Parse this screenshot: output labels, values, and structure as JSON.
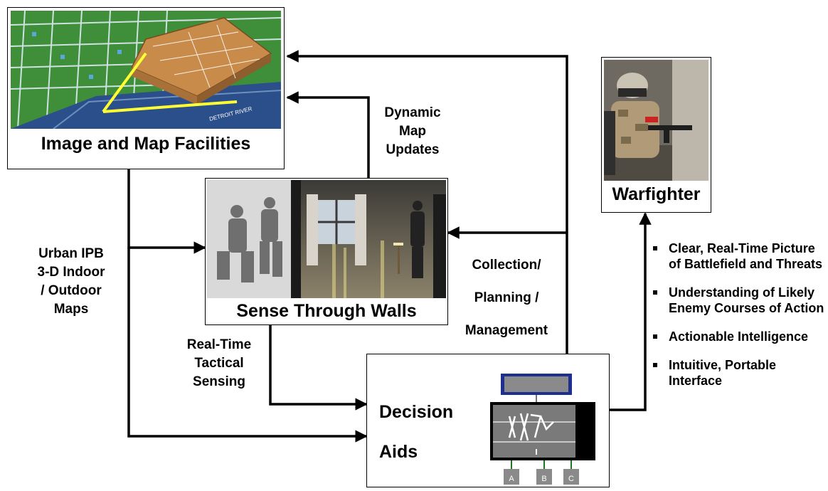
{
  "boxes": {
    "image_map": {
      "caption": "Image and Map Facilities"
    },
    "stw": {
      "caption": "Sense Through Walls"
    },
    "warfighter": {
      "caption": "Warfighter"
    },
    "decision": {
      "line1": "Decision",
      "line2": "Aids",
      "screen_keys": [
        "A",
        "B",
        "C"
      ]
    }
  },
  "labels": {
    "dynamic": [
      "Dynamic",
      "Map",
      "Updates"
    ],
    "urban": [
      "Urban IPB",
      "3-D Indoor",
      "/ Outdoor",
      "Maps"
    ],
    "collection": [
      "Collection/",
      "Planning /",
      "Management"
    ],
    "realtime": [
      "Real-Time",
      "Tactical",
      "Sensing"
    ]
  },
  "bullets": [
    "Clear, Real-Time Picture of Battlefield and Threats",
    "Understanding of Likely Enemy Courses of Action",
    "Actionable Intelligence",
    "Intuitive, Portable Interface"
  ],
  "map_text": {
    "river": "DETROIT RIVER"
  },
  "colors": {
    "map_green": "#3f8f3a",
    "map_water": "#2b4f8a",
    "building": "#c98b4a",
    "highlight": "#ffff33",
    "monitor_border": "#1f2f8f",
    "arrow": "#000000"
  }
}
